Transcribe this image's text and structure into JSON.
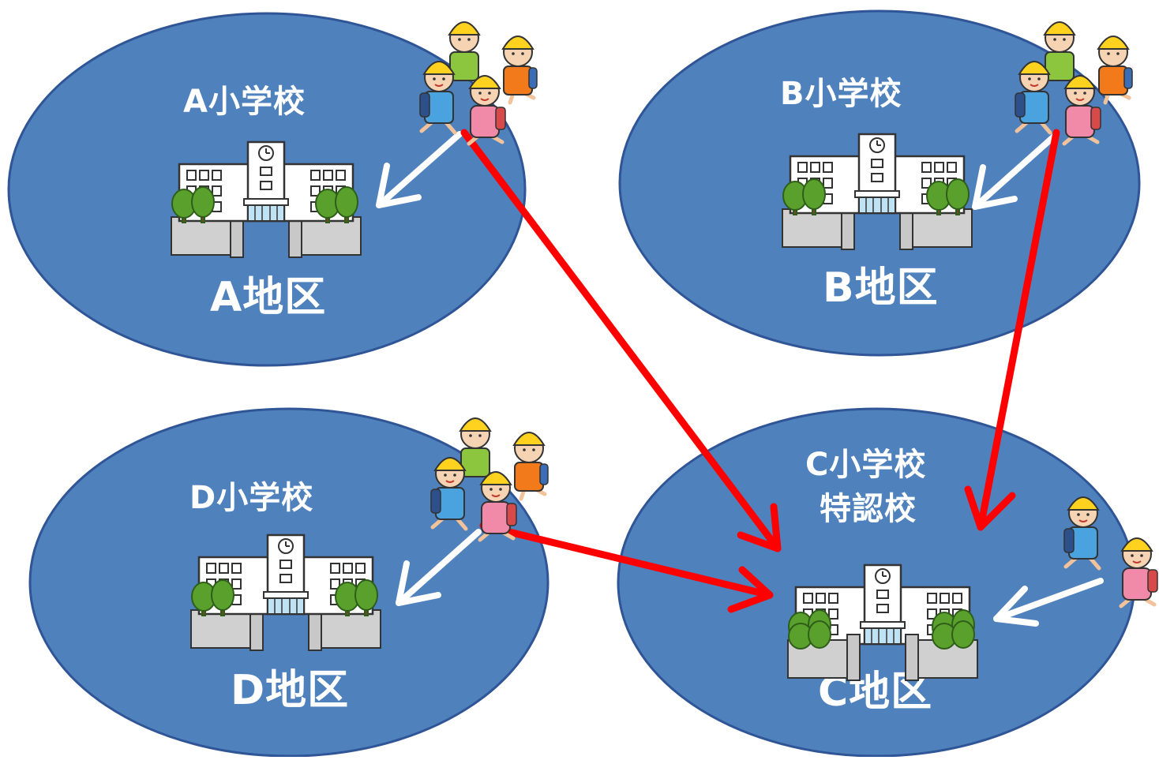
{
  "colors": {
    "district_fill": "#4f81bd",
    "district_stroke": "#2f5597",
    "arrow_red": "#ff0000",
    "arrow_white": "#ffffff",
    "label_text": "#ffffff"
  },
  "districts": {
    "a": {
      "school_label": "A小学校",
      "district_label": "A地区"
    },
    "b": {
      "school_label": "B小学校",
      "district_label": "B地区"
    },
    "c": {
      "school_label": "C小学校",
      "school_sublabel": "特認校",
      "district_label": "C地区"
    },
    "d": {
      "school_label": "D小学校",
      "district_label": "D地区"
    }
  },
  "icons": {
    "school_building": "school-building-icon",
    "student_group": "students-icon"
  }
}
